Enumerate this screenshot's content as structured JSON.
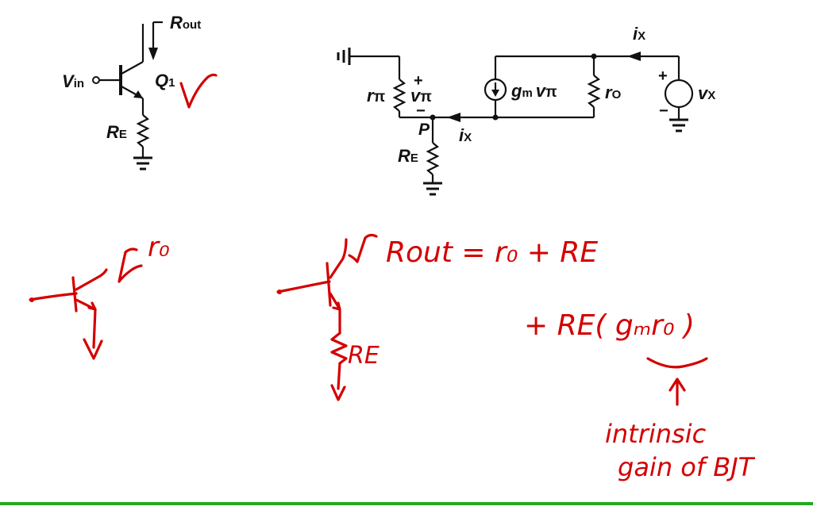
{
  "circuit_left": {
    "input_label": "V",
    "input_sub": "in",
    "transistor_label": "Q",
    "transistor_sub": "1",
    "emitter_res_label": "R",
    "emitter_res_sub": "E",
    "output_res_label": "R",
    "output_res_sub": "out"
  },
  "circuit_model": {
    "r_pi_label": "r",
    "r_pi_sym": "π",
    "v_pi_label": "v",
    "v_pi_sym": "π",
    "plus": "+",
    "minus": "−",
    "node_label": "P",
    "re_label": "R",
    "re_sub": "E",
    "ix_label": "i",
    "ix_sub": "X",
    "gm_label": "g",
    "gm_sub": "m",
    "gm_v": "v",
    "gm_pi": "π",
    "ro_label": "r",
    "ro_sub": "O",
    "ix_top_label": "i",
    "ix_top_sub": "X",
    "vx_label": "v",
    "vx_sub": "X"
  },
  "notes": {
    "ro_note": "r₀",
    "re_note": "RE",
    "rout_eq": "Rout = r₀ + RE",
    "rout_eq2": "+ RE( gₘr₀ )",
    "caption_line1": "intrinsic",
    "caption_line2": "gain of BJT"
  },
  "colors": {
    "ink": "#d40000",
    "wire": "#111111",
    "rule": "#22aa22"
  }
}
